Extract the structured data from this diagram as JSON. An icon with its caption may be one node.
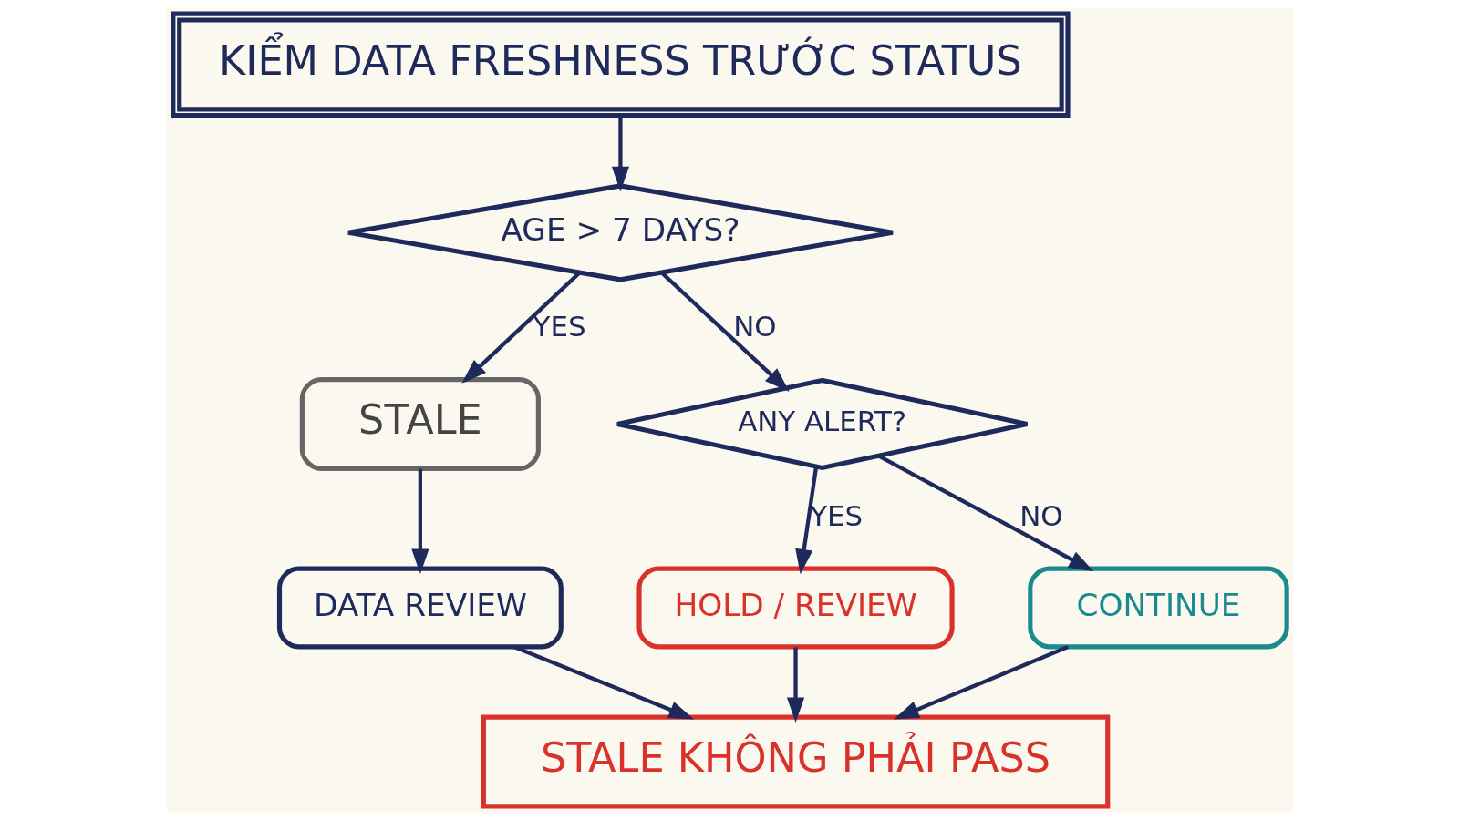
{
  "diagram": {
    "nodes": [
      {
        "text": [
          "KIỂM DATA FRESHNESS TRƯỚC STATUS"
        ]
      },
      {
        "text": [
          "AGE > 7 DAYS?"
        ]
      },
      {
        "text": [
          "STALE"
        ]
      },
      {
        "text": [
          "ANY ALERT?"
        ]
      },
      {
        "text": [
          "DATA REVIEW"
        ]
      },
      {
        "text": [
          "HOLD / REVIEW"
        ]
      },
      {
        "text": [
          "CONTINUE"
        ]
      },
      {
        "text": [
          "STALE KHÔNG PHẢI PASS"
        ]
      }
    ],
    "edges": [
      {
        "from": 0,
        "to": 1,
        "arrow": "to"
      },
      {
        "from": 1,
        "to": 2,
        "arrow": "to",
        "label": "YES"
      },
      {
        "from": 1,
        "to": 3,
        "arrow": "to",
        "label": "NO"
      },
      {
        "from": 2,
        "to": 4,
        "arrow": "to"
      },
      {
        "from": 3,
        "to": 5,
        "arrow": "to",
        "label": "YES"
      },
      {
        "from": 3,
        "to": 6,
        "arrow": "to",
        "label": "NO"
      },
      {
        "from": 4,
        "to": 7,
        "arrow": "to"
      },
      {
        "from": 5,
        "to": 7,
        "arrow": "to"
      },
      {
        "from": 6,
        "to": 7,
        "arrow": "to"
      }
    ]
  }
}
